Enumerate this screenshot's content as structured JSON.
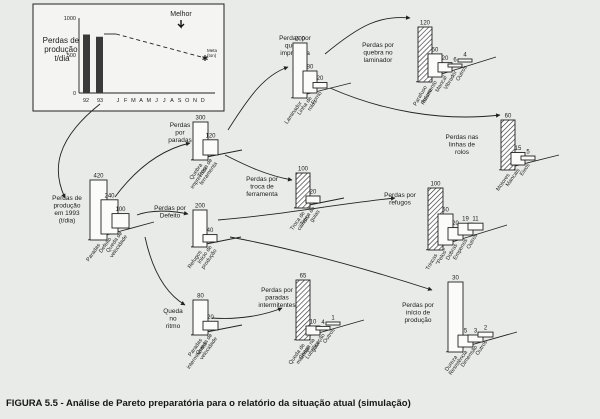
{
  "caption": {
    "figure": "FIGURA 5.5",
    "text": " - Análise de Pareto preparatória para o relatório da situação atual (simulação)"
  },
  "inset": {
    "title_lines": [
      "Perdas de",
      "produção",
      "t/dia"
    ],
    "y_ticks": [
      "1000",
      "500",
      "0"
    ],
    "bar_labels": [
      "92",
      "93"
    ],
    "months": [
      "J",
      "F",
      "M",
      "A",
      "M",
      "J",
      "J",
      "A",
      "S",
      "O",
      "N",
      "D"
    ],
    "melhor": "Melhor",
    "meta": [
      "Meta",
      "(ton)"
    ],
    "bars": [
      0.78,
      0.75
    ]
  },
  "groups": [
    {
      "id": "defeito_1993",
      "title_lines": [
        "Perdas de",
        "produção",
        "em 1993",
        "(t/dia)"
      ],
      "values": [
        "420",
        "240",
        "100"
      ],
      "bar_heights": [
        1.0,
        0.57,
        0.24
      ],
      "categories": [
        [
          "Paradas"
        ],
        [
          "Defeito"
        ],
        [
          "Queda de",
          "velocidade"
        ]
      ]
    },
    {
      "id": "paradas",
      "title_lines": [
        "Perdas",
        "por",
        "paradas"
      ],
      "values": [
        "300",
        "120"
      ],
      "bar_heights": [
        1.0,
        0.4
      ],
      "categories": [
        [
          "Quebra",
          "imprevista"
        ],
        [
          "Troca de",
          "ferramenta"
        ]
      ]
    },
    {
      "id": "quebra_imprevista",
      "title_lines": [
        "Perdas por",
        "quebra",
        "imprevista"
      ],
      "values": [
        "200",
        "80",
        "20"
      ],
      "bar_heights": [
        1.0,
        0.4,
        0.1
      ],
      "categories": [
        [
          "Laminador"
        ],
        [
          "Linha de",
          "rolos"
        ],
        [
          "Forno"
        ]
      ]
    },
    {
      "id": "quebra_laminador",
      "title_lines": [
        "Perdas por",
        "quebra no",
        "laminador"
      ],
      "values": [
        "120",
        "50",
        "20",
        "6",
        "4"
      ],
      "bar_heights": [
        1.0,
        0.42,
        0.17,
        0.05,
        0.03
      ],
      "categories": [
        [
          "Parafuso",
          "frouxo"
        ],
        [
          "Rolamento"
        ],
        [
          "Mancal"
        ],
        [
          "Vibrador"
        ],
        [
          "Outros"
        ]
      ]
    },
    {
      "id": "linha_rolos",
      "title_lines": [
        "Perdas nas",
        "linhas de",
        "rolos"
      ],
      "values": [
        "60",
        "15",
        "5"
      ],
      "bar_heights": [
        1.0,
        0.25,
        0.08
      ],
      "categories": [
        [
          "Motores"
        ],
        [
          "Mancais"
        ],
        [
          "Eixos"
        ]
      ]
    },
    {
      "id": "troca_ferramenta",
      "title_lines": [
        "Perdas por",
        "troca de",
        "ferramenta"
      ],
      "values": [
        "100",
        "20"
      ],
      "bar_heights": [
        1.0,
        0.2
      ],
      "categories": [
        [
          "Troca de",
          "cilindro"
        ],
        [
          "Troca de",
          "guias"
        ]
      ]
    },
    {
      "id": "defeito",
      "title_lines": [
        "Perdas por",
        "Defeito"
      ],
      "values": [
        "200",
        "40"
      ],
      "bar_heights": [
        1.0,
        0.2
      ],
      "categories": [
        [
          "Refugos"
        ],
        [
          "Início de",
          "produção"
        ]
      ]
    },
    {
      "id": "refugos",
      "title_lines": [
        "Perdas por",
        "refugos"
      ],
      "values": [
        "100",
        "50",
        "20",
        "19",
        "11"
      ],
      "bar_heights": [
        1.0,
        0.5,
        0.2,
        0.19,
        0.11
      ],
      "categories": [
        [
          "Trincas"
        ],
        [
          "\"Pelos\""
        ],
        [
          "Dobras"
        ],
        [
          "Empenos"
        ],
        [
          "Outros"
        ]
      ]
    },
    {
      "id": "queda_ritmo",
      "title_lines": [
        "Queda",
        "no",
        "ritmo"
      ],
      "values": [
        "80",
        "20"
      ],
      "bar_heights": [
        1.0,
        0.25
      ],
      "categories": [
        [
          "Paradas",
          "intermitentes"
        ],
        [
          "Queda de",
          "velocidade"
        ]
      ]
    },
    {
      "id": "paradas_intermitentes",
      "title_lines": [
        "Perdas por",
        "paradas",
        "intermitentes"
      ],
      "values": [
        "65",
        "10",
        "4",
        "1"
      ],
      "bar_heights": [
        1.0,
        0.15,
        0.06,
        0.02
      ],
      "categories": [
        [
          "Queda de",
          "material"
        ],
        [
          "Chapa na",
          "guia"
        ],
        [
          "Lubrificação"
        ],
        [
          "Outros"
        ]
      ]
    },
    {
      "id": "inicio_producao",
      "title_lines": [
        "Perdas por",
        "início de",
        "produção"
      ],
      "values": [
        "30",
        "5",
        "3",
        "2"
      ],
      "bar_heights": [
        1.0,
        0.17,
        0.1,
        0.07
      ],
      "categories": [
        [
          "Dureza"
        ],
        [
          "Resistência"
        ],
        [
          "Dimensão"
        ],
        [
          "Outros"
        ]
      ]
    }
  ]
}
